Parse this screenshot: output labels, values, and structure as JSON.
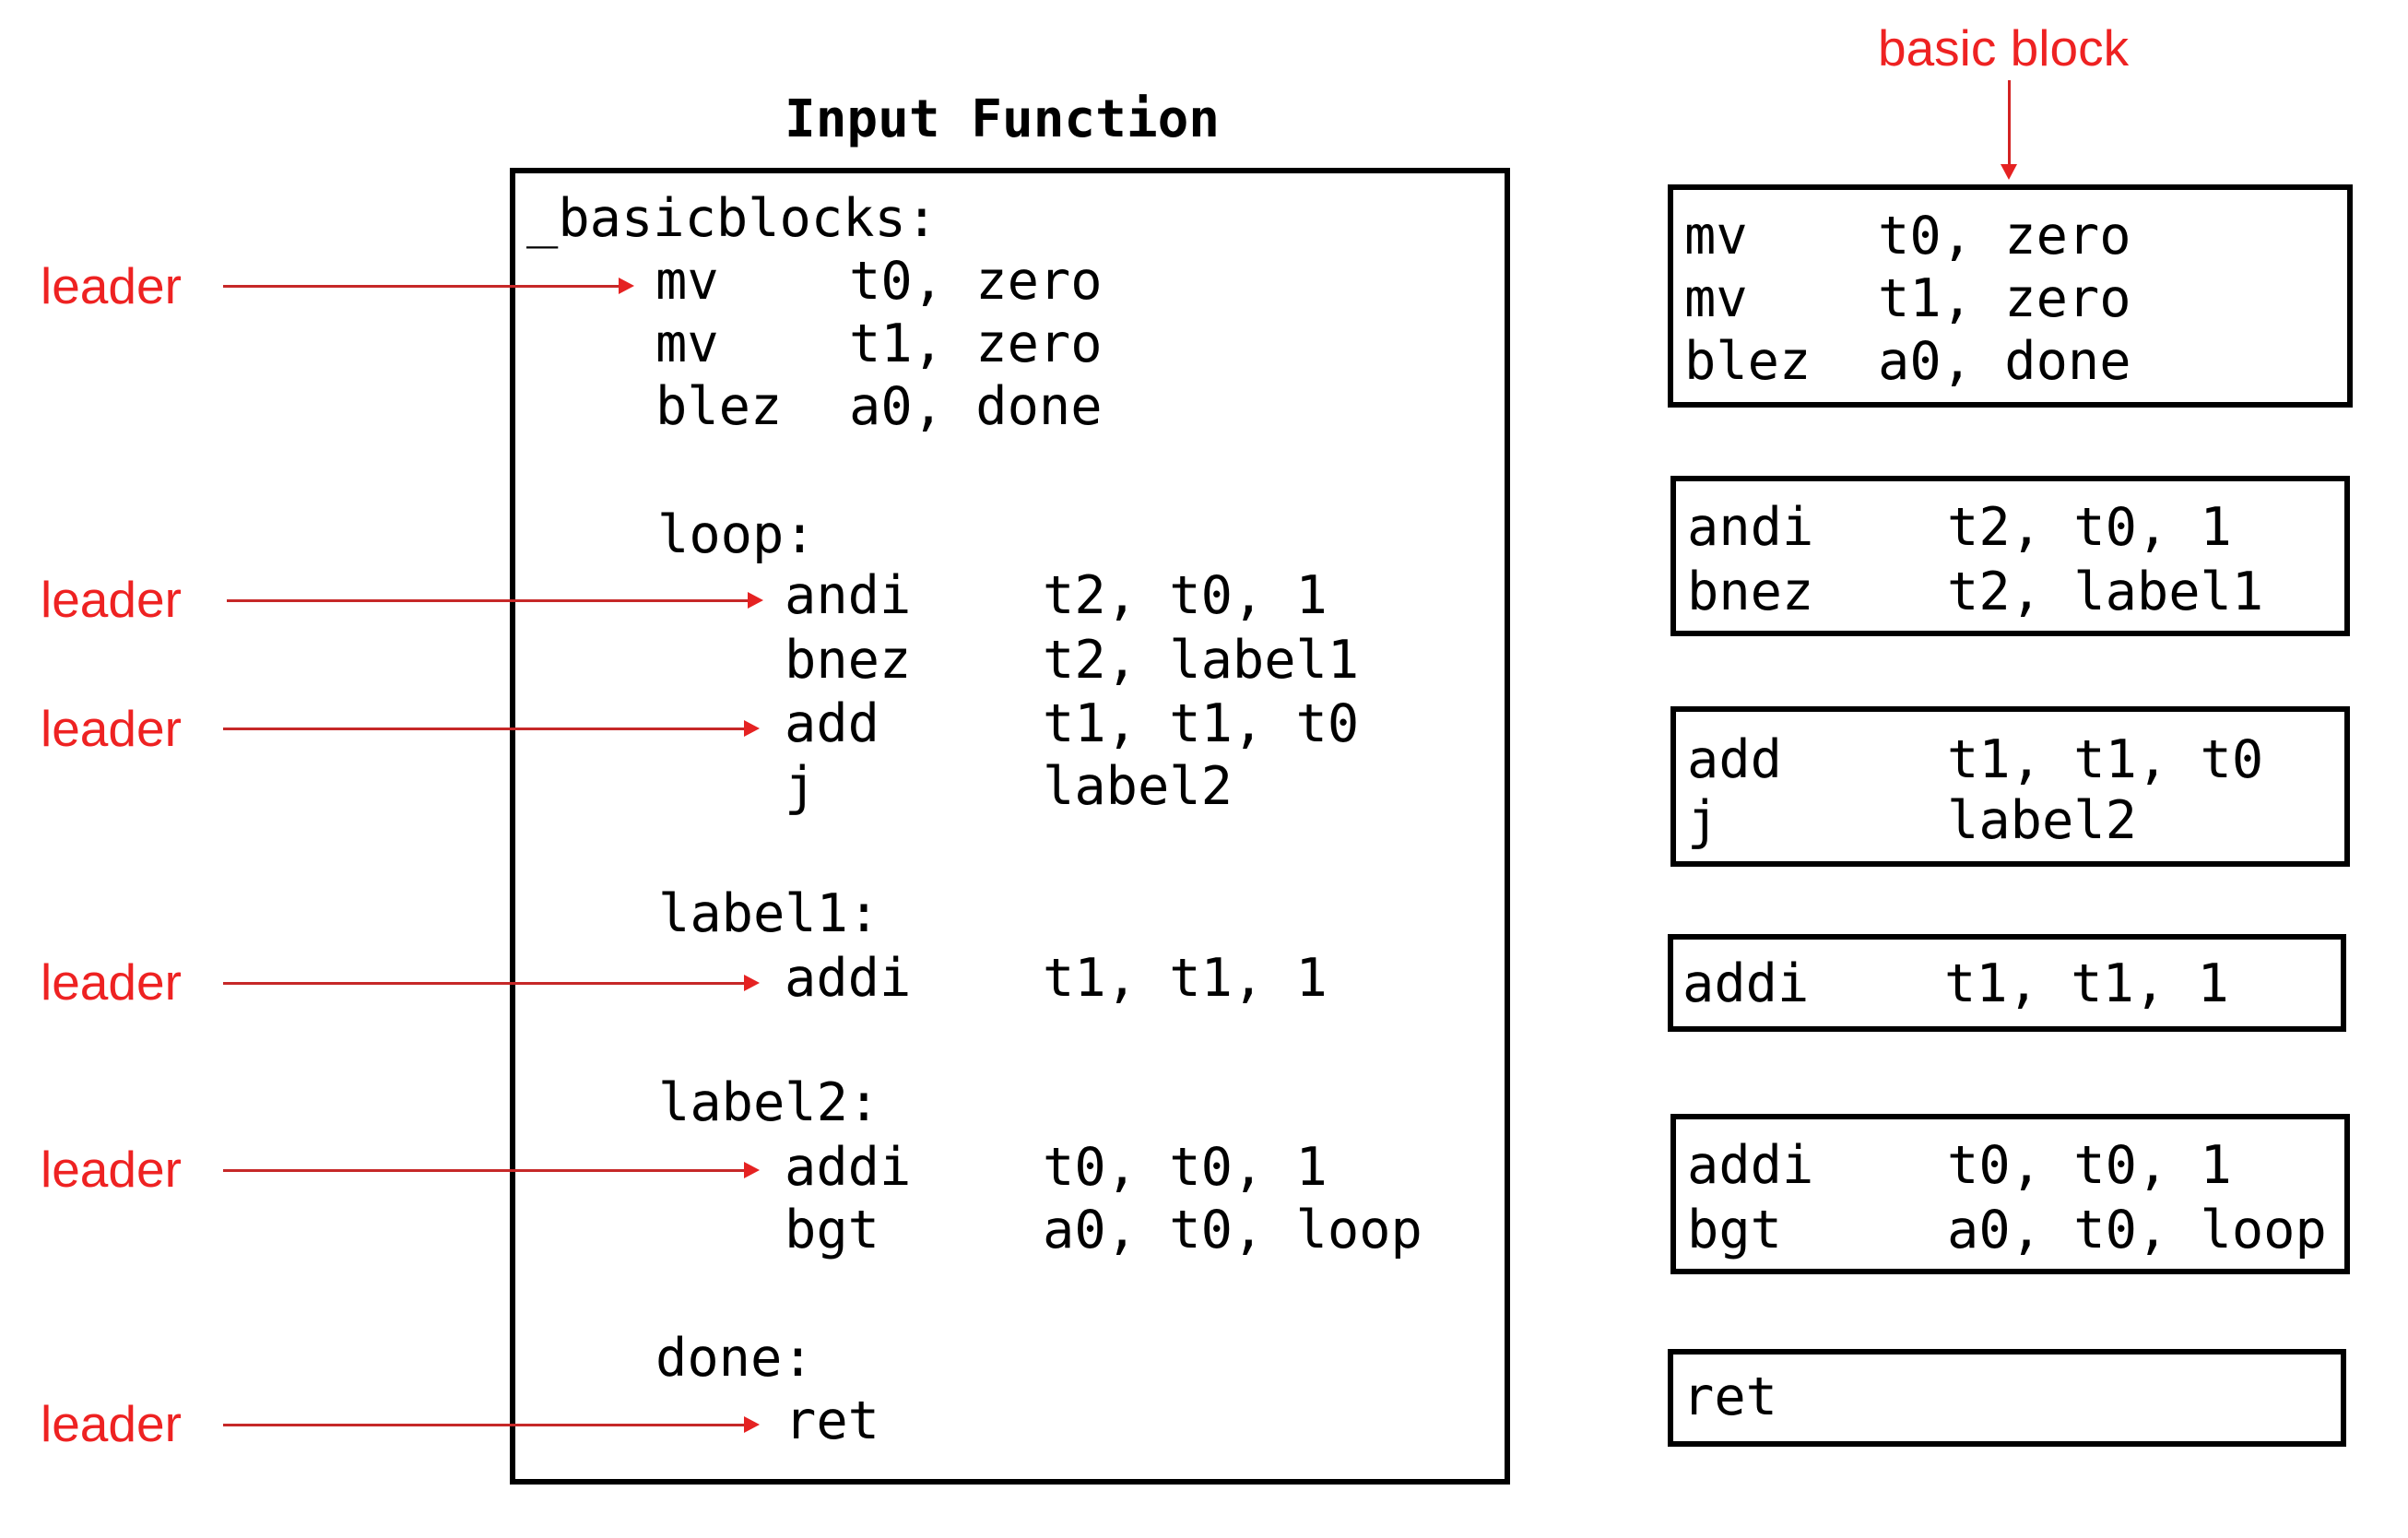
{
  "title": "Input Function",
  "annotations": {
    "leader_label": "leader",
    "basic_block_label": "basic block",
    "accent_color": "#ee2222"
  },
  "input_function": {
    "lines": [
      {
        "label": "_basicblocks:"
      },
      {
        "op": "mv",
        "args": "t0, zero",
        "leader": true
      },
      {
        "op": "mv",
        "args": "t1, zero"
      },
      {
        "op": "blez",
        "args": "a0, done"
      },
      {
        "label": "loop:"
      },
      {
        "op": "andi",
        "args": "t2, t0, 1",
        "leader": true
      },
      {
        "op": "bnez",
        "args": "t2, label1"
      },
      {
        "op": "add",
        "args": "t1, t1, t0",
        "leader": true
      },
      {
        "op": "j",
        "args": "label2"
      },
      {
        "label": "label1:"
      },
      {
        "op": "addi",
        "args": "t1, t1, 1",
        "leader": true
      },
      {
        "label": "label2:"
      },
      {
        "op": "addi",
        "args": "t0, t0, 1",
        "leader": true
      },
      {
        "op": "bgt",
        "args": "a0, t0, loop"
      },
      {
        "label": "done:"
      },
      {
        "op": "ret",
        "args": "",
        "leader": true
      }
    ]
  },
  "basic_blocks": [
    {
      "instructions": [
        {
          "op": "mv",
          "args": "t0, zero"
        },
        {
          "op": "mv",
          "args": "t1, zero"
        },
        {
          "op": "blez",
          "args": "a0, done"
        }
      ]
    },
    {
      "instructions": [
        {
          "op": "andi",
          "args": "t2, t0, 1"
        },
        {
          "op": "bnez",
          "args": "t2, label1"
        }
      ]
    },
    {
      "instructions": [
        {
          "op": "add",
          "args": "t1, t1, t0"
        },
        {
          "op": "j",
          "args": "label2"
        }
      ]
    },
    {
      "instructions": [
        {
          "op": "addi",
          "args": "t1, t1, 1"
        }
      ]
    },
    {
      "instructions": [
        {
          "op": "addi",
          "args": "t0, t0, 1"
        },
        {
          "op": "bgt",
          "args": "a0, t0, loop"
        }
      ]
    },
    {
      "instructions": [
        {
          "op": "ret",
          "args": ""
        }
      ]
    }
  ]
}
